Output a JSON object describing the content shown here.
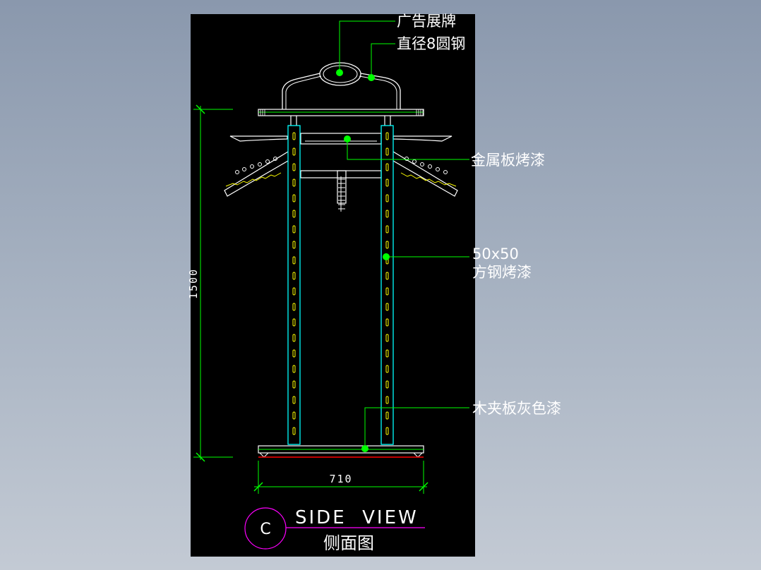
{
  "callouts": {
    "sign": "广告展牌",
    "round_steel": "直径8圆钢",
    "metal_plate": "金属板烤漆",
    "square_steel_size": "50x50",
    "square_steel_finish": "方钢烤漆",
    "wood_board": "木夹板灰色漆"
  },
  "dimensions": {
    "height": "1500",
    "width": "710"
  },
  "title_block": {
    "mark": "C",
    "title_en": "SIDE  VIEW",
    "title_zh": "侧面图"
  },
  "colors": {
    "background": "#000000",
    "frame": "#00ffff",
    "outline": "#ffffff",
    "slots": "#ffff00",
    "leader": "#00ff00",
    "dimension": "#00ff00",
    "title_circle": "#ff00ff",
    "floor_line": "#ff0000"
  }
}
